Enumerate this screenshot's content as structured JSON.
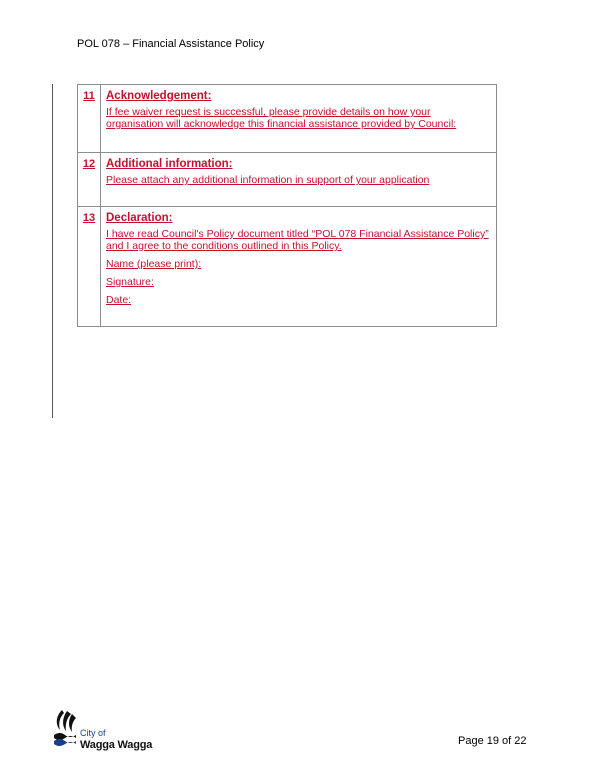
{
  "header": {
    "title": "POL 078 – Financial Assistance Policy"
  },
  "colors": {
    "accent": "#c8102e",
    "logo_blue": "#1a3f8f"
  },
  "sections": [
    {
      "number": "11",
      "title": "Acknowledgement:",
      "lines": [
        "If fee waiver request is successful, please provide details on how your organisation will acknowledge this financial assistance provided by Council:"
      ]
    },
    {
      "number": "12",
      "title": "Additional information:",
      "lines": [
        "Please attach any additional information in support of your application"
      ]
    },
    {
      "number": "13",
      "title": "Declaration:",
      "lines": [
        "I have read Council's Policy document titled “POL 078 Financial Assistance Policy” and I agree to the conditions outlined in this Policy.",
        "Name (please print):",
        "Signature:",
        "Date:"
      ]
    }
  ],
  "footer": {
    "logo_city": "City of",
    "logo_name": "Wagga Wagga",
    "logo_icon": "wagga-wagga-logo-icon",
    "page_label": "Page 19 of 22"
  }
}
